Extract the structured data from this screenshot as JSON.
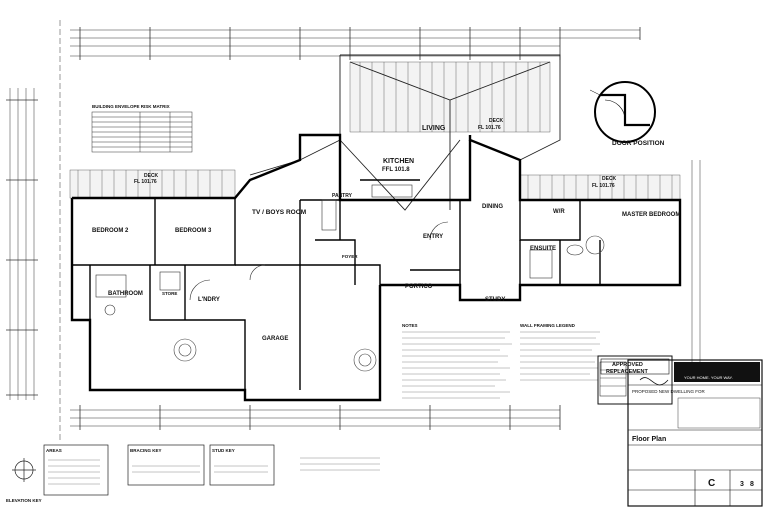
{
  "rooms": {
    "living": "LIVING",
    "kitchen": "KITCHEN",
    "kitchen_ffl": "FFL 101.8",
    "deck_top": "DECK",
    "deck_top_fl": "FL 101.76",
    "deck_left": "DECK",
    "deck_left_fl": "FL 101.76",
    "deck_right": "DECK",
    "deck_right_fl": "FL 101.76",
    "pantry": "PANTRY",
    "tv_room": "TV / BOYS ROOM",
    "bedroom2": "BEDROOM 2",
    "bedroom3": "BEDROOM 3",
    "dining": "DINING",
    "wir": "W/R",
    "master": "MASTER BEDROOM",
    "entry": "ENTRY",
    "foyer": "FOYER",
    "ensuite": "ENSUITE",
    "bathroom": "BATHROOM",
    "store": "STORE",
    "laundry": "L'NDRY",
    "portico": "PORTICO",
    "study": "STUDY",
    "garage": "GARAGE"
  },
  "labels": {
    "door_position": "DOOR POSITION",
    "risk_matrix_title": "BUILDING ENVELOPE RISK MATRIX",
    "notes_title": "NOTES",
    "wall_legend_title": "WALL FRAMING LEGEND",
    "elevation_key": "ELEVATION KEY",
    "areas": "AREAS",
    "bracing_key": "BRACING KEY",
    "stud_key": "STUD KEY"
  },
  "stamp": {
    "line1": "APPROVED",
    "line2": "REPLACEMENT"
  },
  "title_block": {
    "company_tagline": "YOUR HOME. YOUR WAY.",
    "project_title": "PROPOSED NEW DWELLING FOR",
    "drawing_title": "Floor Plan",
    "revision": "C",
    "sheet_number": "3",
    "sheet_of": "8"
  }
}
